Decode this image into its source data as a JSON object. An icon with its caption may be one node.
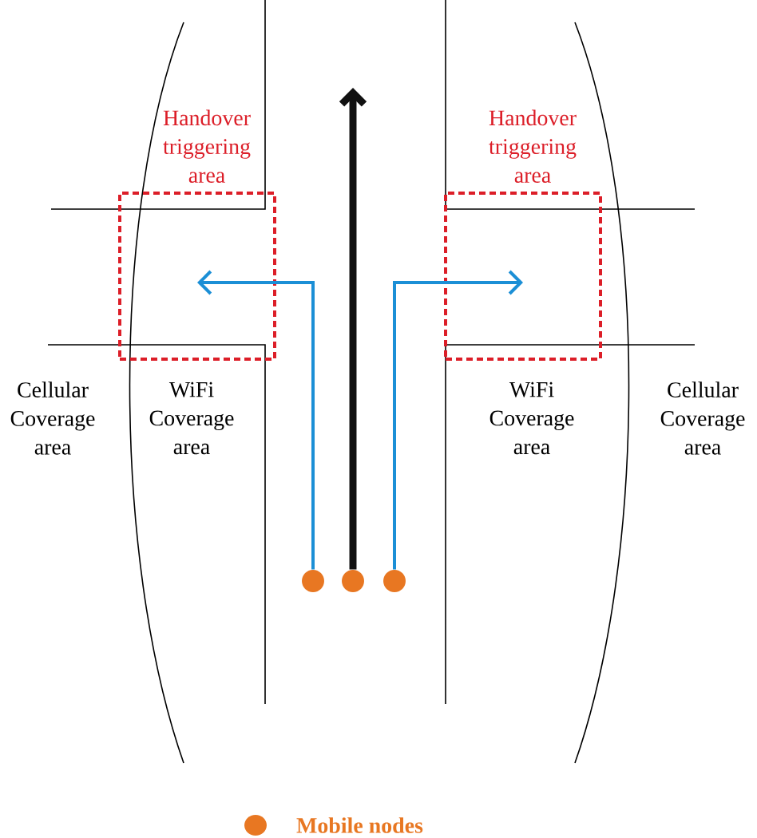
{
  "diagram": {
    "nodes": [
      {
        "text": [],
        "shape": "circle"
      },
      {
        "text": [],
        "shape": "circle"
      },
      {
        "text": [],
        "shape": "circle"
      },
      {
        "text": [
          "Handover triggering area"
        ]
      },
      {
        "text": [
          "Handover triggering area"
        ]
      }
    ],
    "edges": [
      {
        "from": 0,
        "to": 3,
        "arrow": "to",
        "color": "#1b8fd6"
      },
      {
        "from": 1,
        "to": null,
        "arrow": "to",
        "style": "thick",
        "color": "#111111"
      },
      {
        "from": 2,
        "to": 4,
        "arrow": "to",
        "color": "#1b8fd6"
      }
    ],
    "labels": [
      "Cellular Coverage area",
      "WiFi Coverage area",
      "WiFi Coverage area",
      "Cellular Coverage area"
    ],
    "legend": [
      {
        "text": "Mobile nodes",
        "color": "#e87722"
      }
    ]
  }
}
